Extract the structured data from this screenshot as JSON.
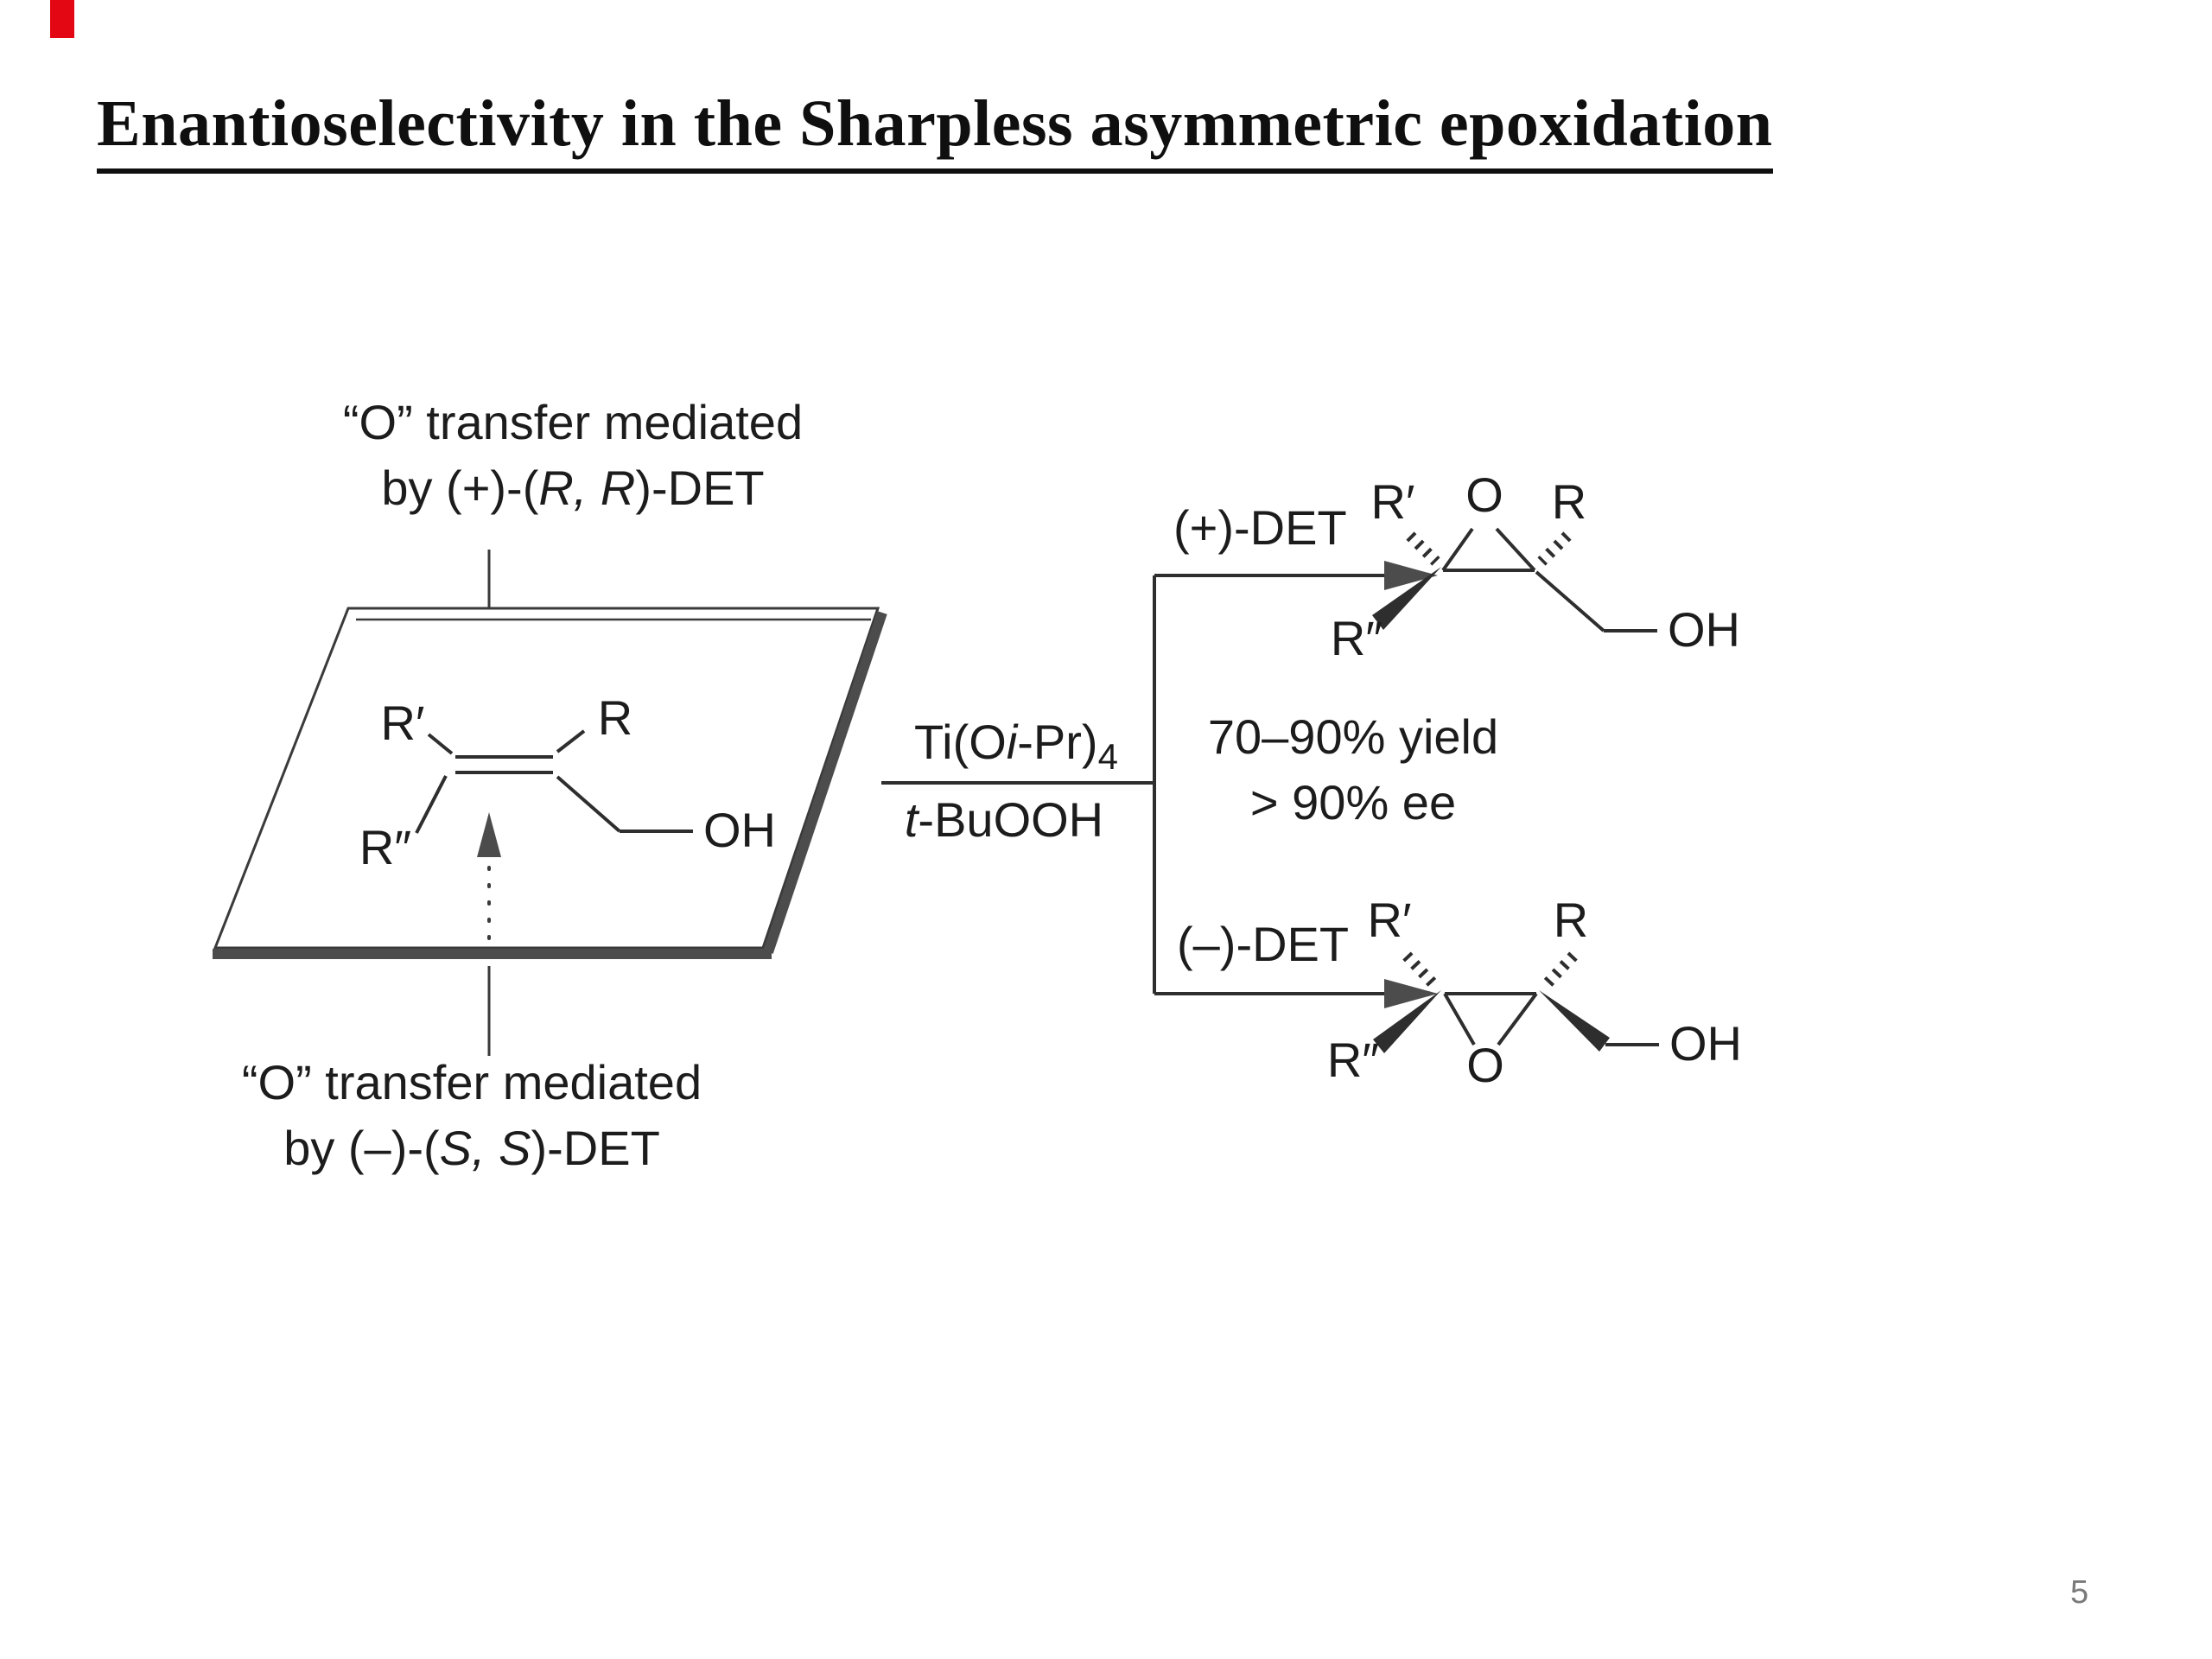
{
  "slide": {
    "title": "Enantioselectivity in the Sharpless asymmetric epoxidation",
    "page_number": "5",
    "accent_color": "#e30613"
  },
  "mediators": {
    "top_line1": "“O” transfer mediated",
    "top_line2_pre": "by (+)-(",
    "top_line2_stereo": "R, R",
    "top_line2_post": ")-DET",
    "bottom_line1": "“O” transfer mediated",
    "bottom_line2_pre": "by (–)-(",
    "bottom_line2_stereo": "S, S",
    "bottom_line2_post": ")-DET"
  },
  "substrate": {
    "r1": "R′",
    "r2": "R",
    "r3": "R″",
    "oh": "OH"
  },
  "conditions": {
    "line1_pre": "Ti(O",
    "line1_it": "i",
    "line1_mid": "-Pr)",
    "line1_sub": "4",
    "line2_it": "t",
    "line2_rest": "-BuOOH"
  },
  "branches": {
    "top": "(+)-DET",
    "bottom": "(–)-DET",
    "yield": "70–90% yield",
    "ee": "> 90% ee"
  },
  "product_top": {
    "r1": "R′",
    "o": "O",
    "r2": "R",
    "r3": "R″",
    "oh": "OH"
  },
  "product_bottom": {
    "r1": "R′",
    "o": "O",
    "r2": "R",
    "r3": "R″",
    "oh": "OH"
  }
}
